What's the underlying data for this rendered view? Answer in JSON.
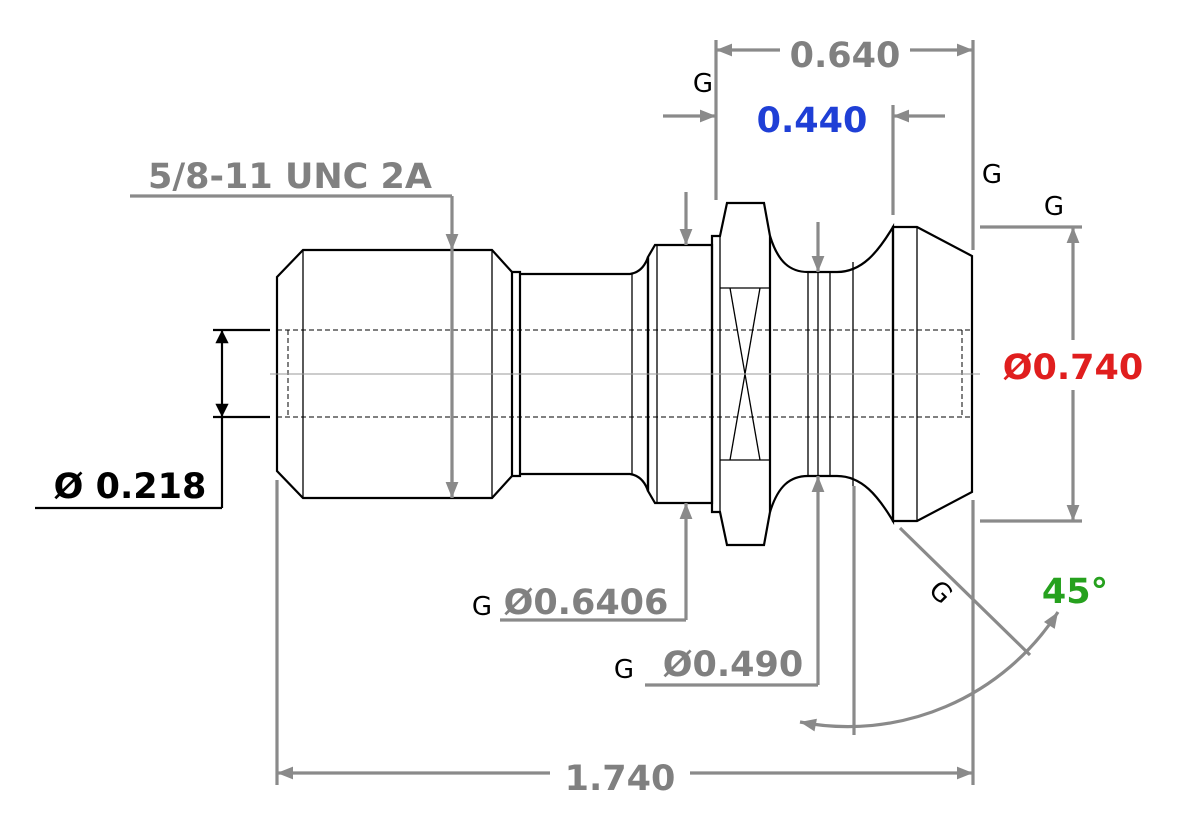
{
  "colors": {
    "dimension": "#808080",
    "highlight_blue": "#1f3fd6",
    "highlight_red": "#e01e1e",
    "highlight_green": "#26a11e",
    "outline": "#000000"
  },
  "dimensions": {
    "thread": "5/8-11 UNC 2A",
    "bore_dia": "Ø 0.218",
    "flange_dia": "Ø0.6406",
    "neck_dia": "Ø0.490",
    "head_dia": "Ø0.740",
    "overall_length": "1.740",
    "head_length": "0.640",
    "head_offset": "0.440",
    "chamfer_angle": "45°"
  },
  "gauge_mark": "G"
}
